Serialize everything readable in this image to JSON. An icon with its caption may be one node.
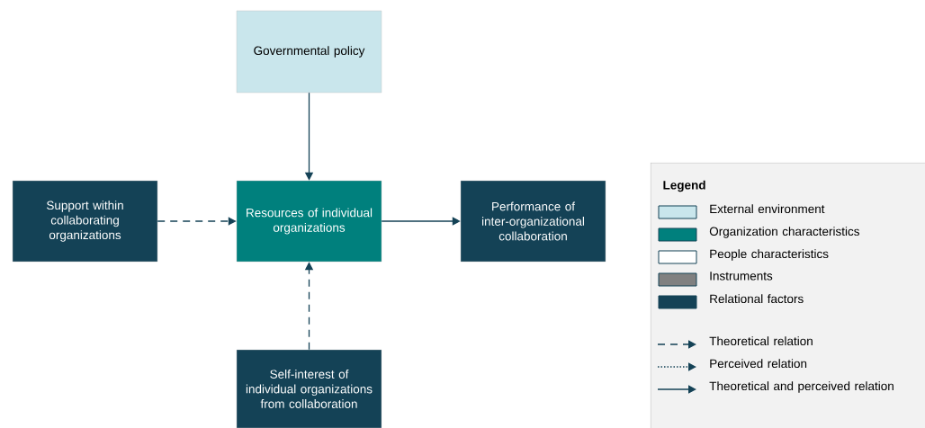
{
  "diagram": {
    "nodes": [
      {
        "text": [
          "Governmental policy"
        ]
      },
      {
        "text": [
          "Support within collaborating organizations"
        ]
      },
      {
        "text": [
          "Resources of individual organizations"
        ]
      },
      {
        "text": [
          "Performance of inter-organizational collaboration"
        ]
      },
      {
        "text": [
          "Self-interest of individual organizations from collaboration"
        ]
      }
    ],
    "edges": [
      {
        "from": 0,
        "to": 2,
        "arrow": "to"
      },
      {
        "from": 1,
        "to": 2,
        "arrow": "to",
        "style": "dashed"
      },
      {
        "from": 2,
        "to": 3,
        "arrow": "to"
      },
      {
        "from": 4,
        "to": 2,
        "arrow": "to",
        "style": "dashed"
      }
    ],
    "labels": [
      "Legend"
    ],
    "legend": [
      {
        "text": "External environment",
        "color": "#c9e6ec"
      },
      {
        "text": "Organization characteristics",
        "color": "#00807d"
      },
      {
        "text": "People characteristics",
        "color": "#ffffff"
      },
      {
        "text": "Instruments",
        "color": "#808080"
      },
      {
        "text": "Relational factors",
        "color": "#144256"
      },
      {
        "text": "Theoretical relation"
      },
      {
        "text": "Perceived relation"
      },
      {
        "text": "Theoretical and perceived relation"
      }
    ]
  }
}
